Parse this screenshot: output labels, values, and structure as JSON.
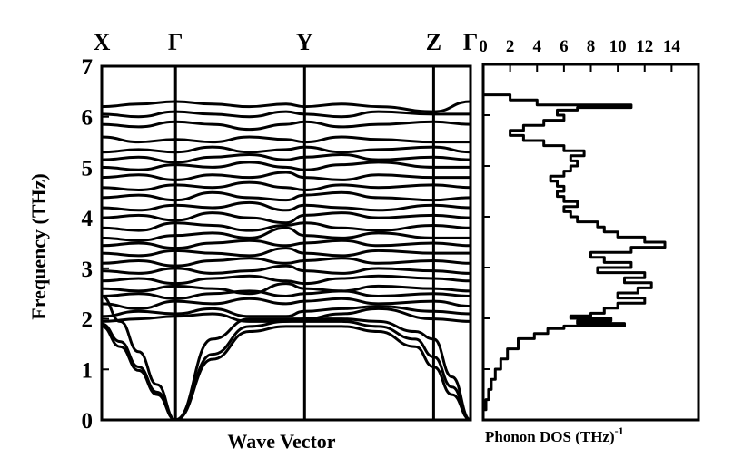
{
  "chart_data": [
    {
      "type": "line",
      "title": "",
      "xlabel": "Wave Vector",
      "ylabel": "Frequency (THz)",
      "ylim": [
        0,
        7
      ],
      "yticks": [
        0,
        1,
        2,
        3,
        4,
        5,
        6,
        7
      ],
      "grid": false,
      "kpoints": [
        {
          "label": "X",
          "x": 0
        },
        {
          "label": "Γ",
          "x": 0.2
        },
        {
          "label": "Y",
          "x": 0.55
        },
        {
          "label": "Z",
          "x": 0.9
        },
        {
          "label": "Γ",
          "x": 1.0
        }
      ],
      "acoustic_series": [
        {
          "x": [
            0,
            0.05,
            0.1,
            0.15,
            0.2,
            0.3,
            0.4,
            0.5,
            0.55,
            0.65,
            0.75,
            0.85,
            0.9,
            0.95,
            1.0
          ],
          "y": [
            1.85,
            1.45,
            0.98,
            0.5,
            0.0,
            1.2,
            1.75,
            1.85,
            1.85,
            1.85,
            1.75,
            1.45,
            1.05,
            0.5,
            0.0
          ]
        },
        {
          "x": [
            0,
            0.05,
            0.1,
            0.15,
            0.2,
            0.3,
            0.4,
            0.5,
            0.55,
            0.65,
            0.75,
            0.85,
            0.9,
            0.95,
            1.0
          ],
          "y": [
            1.9,
            1.55,
            1.05,
            0.55,
            0.0,
            1.3,
            1.85,
            1.95,
            1.95,
            1.95,
            1.85,
            1.6,
            1.25,
            0.65,
            0.0
          ]
        },
        {
          "x": [
            0,
            0.05,
            0.1,
            0.15,
            0.2,
            0.3,
            0.4,
            0.5,
            0.55,
            0.65,
            0.75,
            0.85,
            0.9,
            0.95,
            1.0
          ],
          "y": [
            2.45,
            1.95,
            1.35,
            0.7,
            0.0,
            1.6,
            2.0,
            2.0,
            2.0,
            2.0,
            1.95,
            1.75,
            1.6,
            0.85,
            0.0
          ]
        }
      ],
      "optical_series": [
        {
          "y": [
            1.95,
            2.0,
            2.05,
            2.1,
            1.95,
            1.95,
            2.0,
            2.1,
            2.2,
            2.0,
            1.95
          ]
        },
        {
          "y": [
            2.05,
            2.15,
            2.1,
            2.2,
            2.05,
            2.05,
            2.15,
            2.2,
            2.25,
            2.15,
            2.1
          ]
        },
        {
          "y": [
            2.3,
            2.2,
            2.35,
            2.3,
            2.4,
            2.3,
            2.35,
            2.4,
            2.3,
            2.35,
            2.25
          ]
        },
        {
          "y": [
            2.45,
            2.5,
            2.4,
            2.5,
            2.55,
            2.45,
            2.5,
            2.55,
            2.45,
            2.5,
            2.45
          ]
        },
        {
          "y": [
            2.6,
            2.55,
            2.65,
            2.6,
            2.5,
            2.7,
            2.6,
            2.55,
            2.65,
            2.6,
            2.55
          ]
        },
        {
          "y": [
            2.75,
            2.8,
            2.7,
            2.8,
            2.85,
            2.75,
            2.7,
            2.8,
            2.85,
            2.8,
            2.75
          ]
        },
        {
          "y": [
            2.95,
            2.9,
            3.0,
            2.9,
            2.95,
            3.05,
            2.95,
            2.9,
            3.0,
            2.95,
            2.9
          ]
        },
        {
          "y": [
            3.1,
            3.15,
            3.05,
            3.15,
            3.2,
            3.1,
            3.15,
            3.2,
            3.1,
            3.15,
            3.1
          ]
        },
        {
          "y": [
            3.3,
            3.25,
            3.35,
            3.3,
            3.25,
            3.4,
            3.3,
            3.25,
            3.35,
            3.3,
            3.3
          ]
        },
        {
          "y": [
            3.45,
            3.5,
            3.4,
            3.5,
            3.55,
            3.45,
            3.5,
            3.55,
            3.45,
            3.5,
            3.45
          ]
        },
        {
          "y": [
            3.6,
            3.55,
            3.65,
            3.7,
            3.6,
            3.8,
            3.65,
            3.6,
            3.7,
            3.6,
            3.6
          ]
        },
        {
          "y": [
            3.8,
            3.75,
            3.9,
            3.85,
            3.75,
            3.85,
            3.9,
            3.8,
            3.75,
            3.85,
            3.8
          ]
        },
        {
          "y": [
            4.0,
            4.05,
            3.95,
            4.1,
            4.0,
            3.9,
            4.05,
            4.1,
            4.0,
            4.05,
            4.0
          ]
        },
        {
          "y": [
            4.2,
            4.15,
            4.25,
            4.2,
            4.3,
            4.15,
            4.25,
            4.2,
            4.15,
            4.25,
            4.2
          ]
        },
        {
          "y": [
            4.4,
            4.45,
            4.35,
            4.5,
            4.4,
            4.35,
            4.45,
            4.5,
            4.4,
            4.35,
            4.4
          ]
        },
        {
          "y": [
            4.6,
            4.55,
            4.65,
            4.6,
            4.7,
            4.6,
            4.55,
            4.65,
            4.6,
            4.65,
            4.6
          ]
        },
        {
          "y": [
            4.8,
            4.85,
            4.75,
            4.85,
            4.8,
            4.9,
            4.8,
            4.75,
            4.85,
            4.8,
            4.8
          ]
        },
        {
          "y": [
            5.0,
            4.95,
            5.05,
            5.0,
            5.1,
            5.0,
            4.95,
            5.05,
            5.1,
            5.0,
            5.0
          ]
        },
        {
          "y": [
            5.15,
            5.2,
            5.1,
            5.2,
            5.25,
            5.15,
            5.2,
            5.25,
            5.15,
            5.2,
            5.15
          ]
        },
        {
          "y": [
            5.3,
            5.35,
            5.3,
            5.4,
            5.3,
            5.35,
            5.4,
            5.3,
            5.35,
            5.4,
            5.3
          ]
        },
        {
          "y": [
            5.6,
            5.5,
            5.55,
            5.5,
            5.6,
            5.55,
            5.5,
            5.6,
            5.55,
            5.5,
            5.5
          ]
        },
        {
          "y": [
            5.85,
            5.8,
            5.9,
            5.85,
            5.75,
            5.85,
            5.9,
            5.8,
            5.85,
            5.9,
            5.85
          ]
        },
        {
          "y": [
            6.05,
            6.0,
            6.1,
            6.05,
            6.0,
            6.1,
            6.05,
            6.0,
            6.1,
            6.05,
            6.05
          ]
        },
        {
          "y": [
            6.2,
            6.25,
            6.3,
            6.25,
            6.2,
            6.25,
            6.2,
            6.25,
            6.2,
            6.1,
            6.3
          ]
        }
      ]
    },
    {
      "type": "line",
      "title": "",
      "xlabel": "Phonon DOS (THz)",
      "xlabel_superscript": "-1",
      "xlim": [
        0,
        16
      ],
      "xticks": [
        0,
        2,
        4,
        6,
        8,
        10,
        12,
        14
      ],
      "ylim": [
        0,
        7
      ],
      "grid": false,
      "dos": {
        "freq": [
          0.0,
          0.2,
          0.4,
          0.6,
          0.8,
          1.0,
          1.2,
          1.4,
          1.6,
          1.7,
          1.8,
          1.85,
          1.9,
          1.95,
          2.0,
          2.05,
          2.1,
          2.2,
          2.3,
          2.4,
          2.5,
          2.6,
          2.7,
          2.8,
          2.9,
          3.0,
          3.1,
          3.2,
          3.3,
          3.4,
          3.5,
          3.6,
          3.7,
          3.8,
          3.9,
          4.0,
          4.1,
          4.2,
          4.3,
          4.4,
          4.5,
          4.6,
          4.7,
          4.8,
          4.9,
          5.0,
          5.1,
          5.2,
          5.3,
          5.4,
          5.5,
          5.6,
          5.7,
          5.8,
          5.9,
          6.0,
          6.1,
          6.15,
          6.2,
          6.3,
          6.4
        ],
        "dos": [
          0.0,
          0.2,
          0.4,
          0.6,
          0.9,
          1.3,
          1.8,
          2.6,
          3.8,
          4.8,
          6.0,
          10.5,
          7.0,
          9.5,
          6.5,
          8.0,
          9.0,
          10.0,
          12.0,
          10.0,
          11.5,
          12.5,
          10.5,
          12.0,
          8.5,
          11.0,
          9.0,
          8.0,
          11.0,
          13.5,
          12.0,
          10.0,
          9.0,
          8.5,
          7.0,
          6.5,
          6.0,
          7.0,
          6.0,
          5.5,
          6.0,
          5.5,
          5.0,
          6.0,
          6.5,
          7.0,
          6.5,
          7.5,
          6.0,
          4.5,
          3.0,
          2.0,
          3.0,
          4.5,
          6.0,
          5.5,
          7.0,
          11.0,
          4.0,
          2.0,
          0.0
        ]
      }
    }
  ]
}
